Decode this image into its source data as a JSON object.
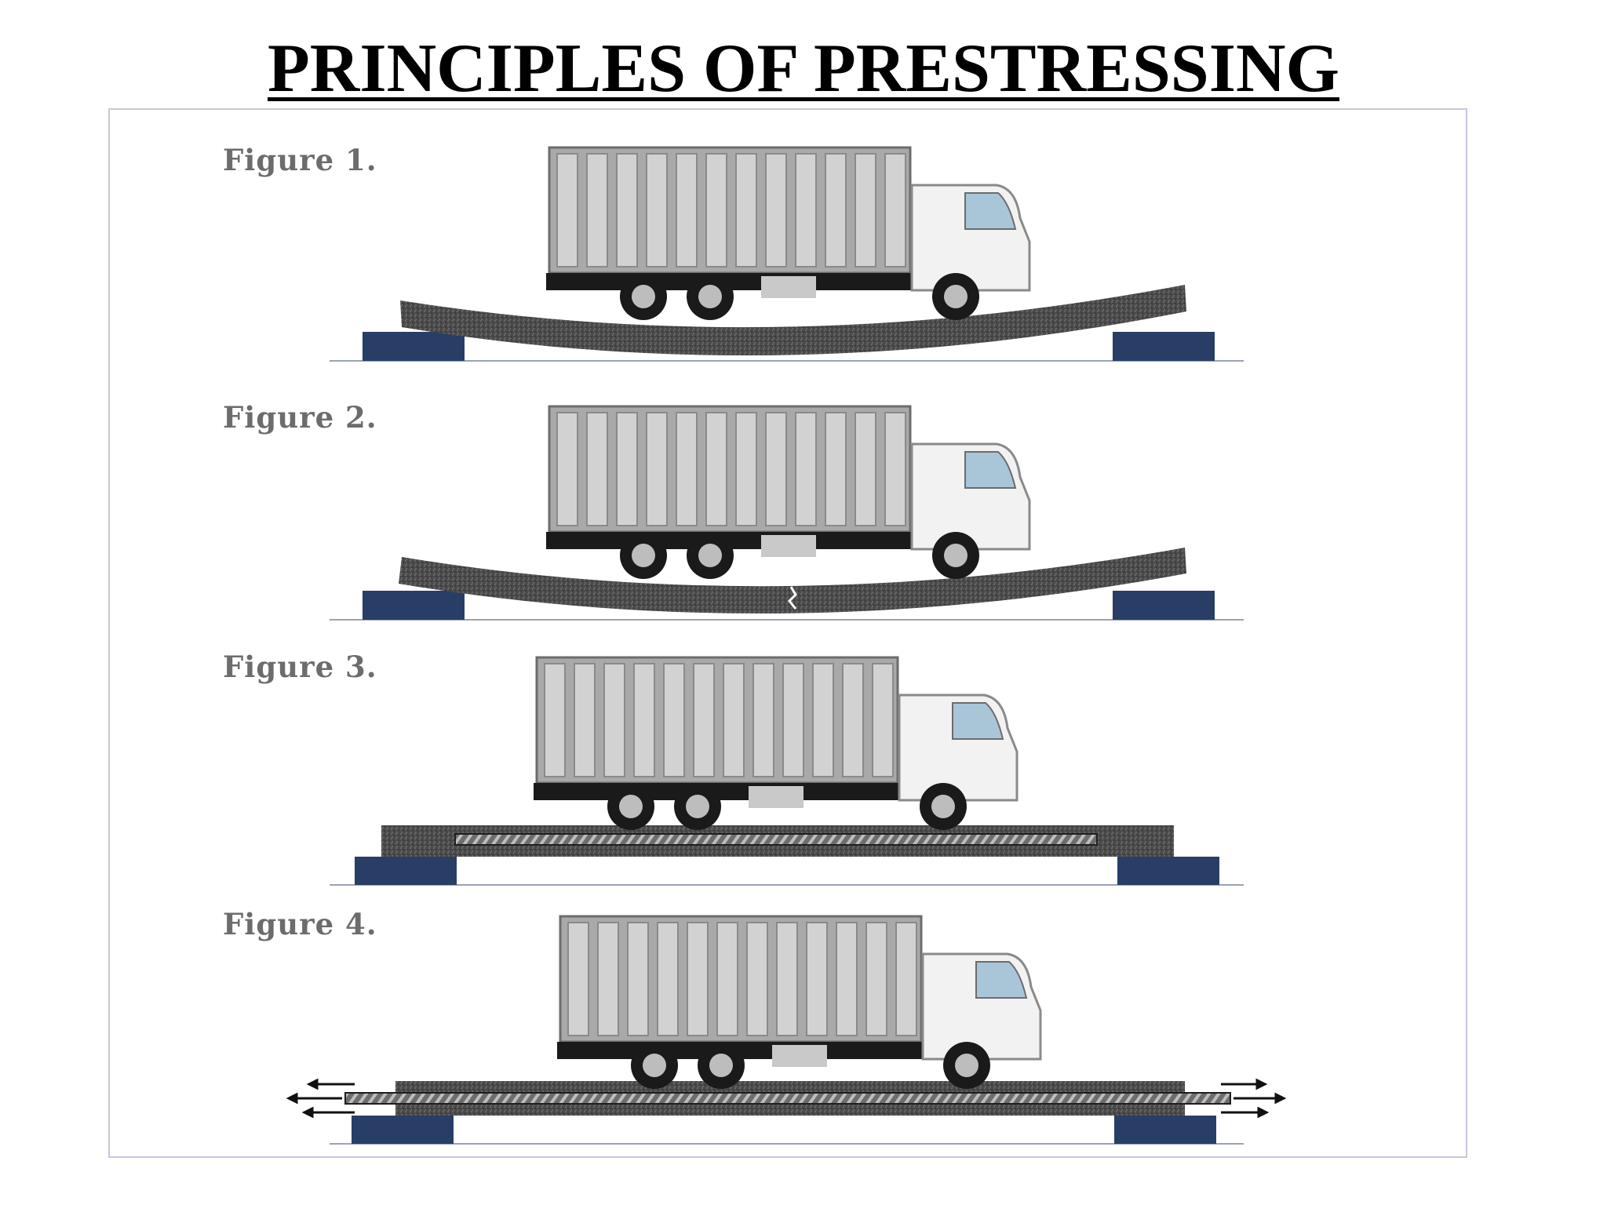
{
  "title": "PRINCIPLES OF PRESTRESSING",
  "figures": [
    {
      "label": "Figure 1."
    },
    {
      "label": "Figure 2."
    },
    {
      "label": "Figure 3."
    },
    {
      "label": "Figure 4."
    }
  ],
  "colors": {
    "support": "#283e66",
    "concrete": "#4a4a4a",
    "truck_box": "#a9a9a9",
    "truck_cab": "#f2f2f2",
    "frame_border": "#c9c6e2"
  }
}
